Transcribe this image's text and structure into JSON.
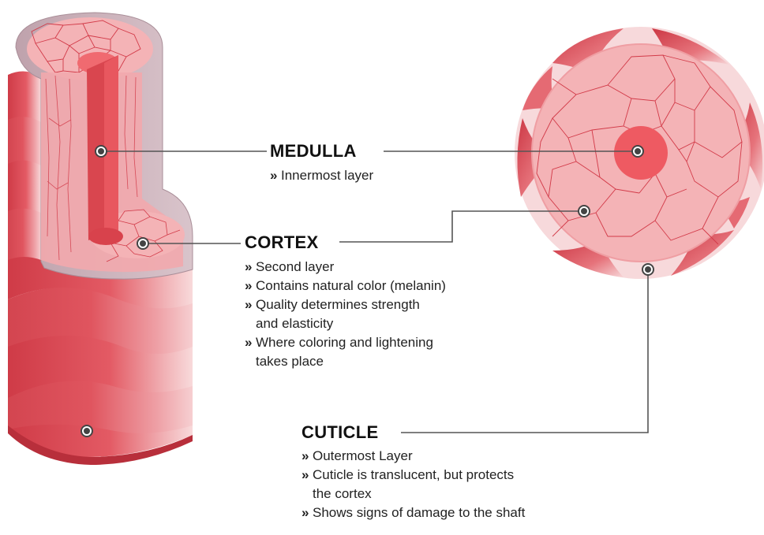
{
  "labels": {
    "medulla": {
      "title": "MEDULLA",
      "notes": [
        "Innermost layer"
      ]
    },
    "cortex": {
      "title": "CORTEX",
      "notes": [
        "Second layer",
        "Contains natural color (melanin)",
        "Quality determines strength\nand elasticity",
        "Where coloring and lightening\ntakes place"
      ]
    },
    "cuticle": {
      "title": "CUTICLE",
      "notes": [
        "Outermost Layer",
        "Cuticle is translucent, but protects\nthe cortex",
        "Shows signs of damage to the shaft"
      ]
    }
  },
  "colors": {
    "cuticle_dark": "#d64752",
    "cuticle_light": "#f3c4c7",
    "cortex_fill": "#f4b3b6",
    "cortex_lines": "#d23a48",
    "medulla": "#e8555d",
    "sleeve": "#c4a9b2",
    "leader_line": "#555555",
    "dot_stroke": "#444444"
  }
}
